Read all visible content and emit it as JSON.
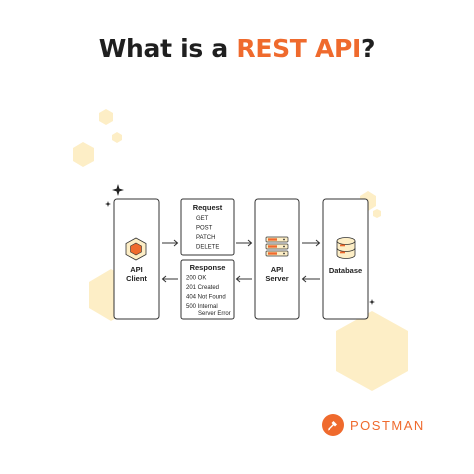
{
  "title": {
    "prefix": "What is a ",
    "highlight": "REST API",
    "suffix": "?"
  },
  "colors": {
    "accent": "#ef6a2d",
    "decor": "#fdeec6",
    "stroke": "#333333",
    "text": "#1f1f1f"
  },
  "nodes": {
    "client": {
      "line1": "API",
      "line2": "Client",
      "icon": "hexagon-icon"
    },
    "server": {
      "line1": "API",
      "line2": "Server",
      "icon": "server-stack-icon"
    },
    "database": {
      "label": "Database",
      "icon": "database-icon"
    }
  },
  "request": {
    "title": "Request",
    "methods": [
      "GET",
      "POST",
      "PATCH",
      "DELETE"
    ]
  },
  "response": {
    "title": "Response",
    "codes": [
      "200 OK",
      "201 Created",
      "404 Not Found",
      "500 Internal",
      "Server Error"
    ]
  },
  "brand": {
    "name": "POSTMAN",
    "icon": "postman-logo-icon"
  }
}
